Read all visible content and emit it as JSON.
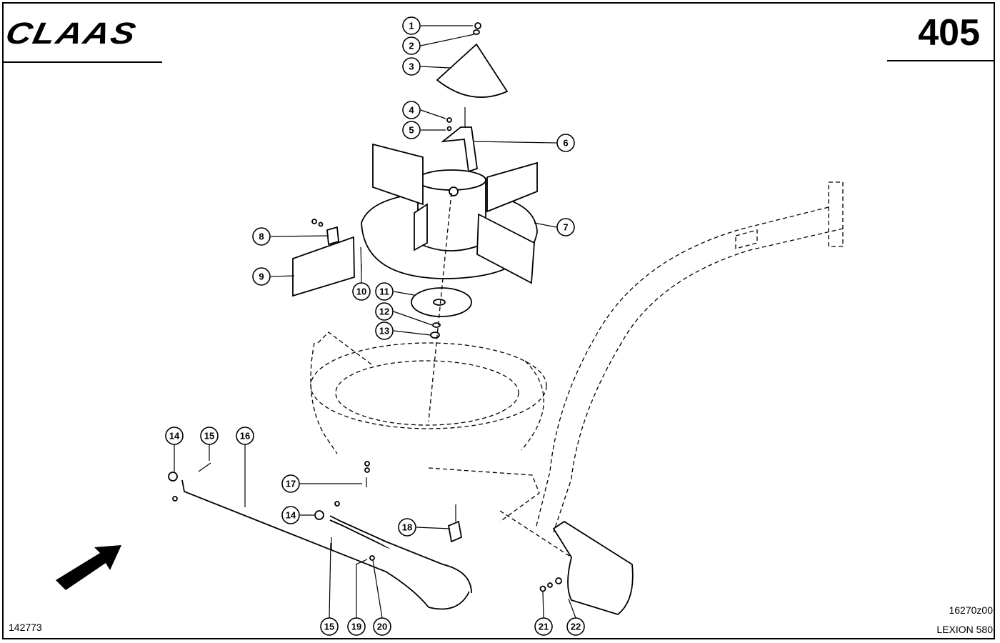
{
  "header": {
    "brand": "CLAAS",
    "page_number": "405"
  },
  "footer": {
    "doc_id_left": "142773",
    "drawing_code": "16270z00",
    "model": "LEXION 580"
  },
  "callouts": [
    "1",
    "2",
    "3",
    "4",
    "5",
    "6",
    "7",
    "8",
    "9",
    "10",
    "11",
    "12",
    "13",
    "14",
    "15",
    "16",
    "17",
    "14",
    "18",
    "15",
    "19",
    "20",
    "21",
    "22"
  ]
}
